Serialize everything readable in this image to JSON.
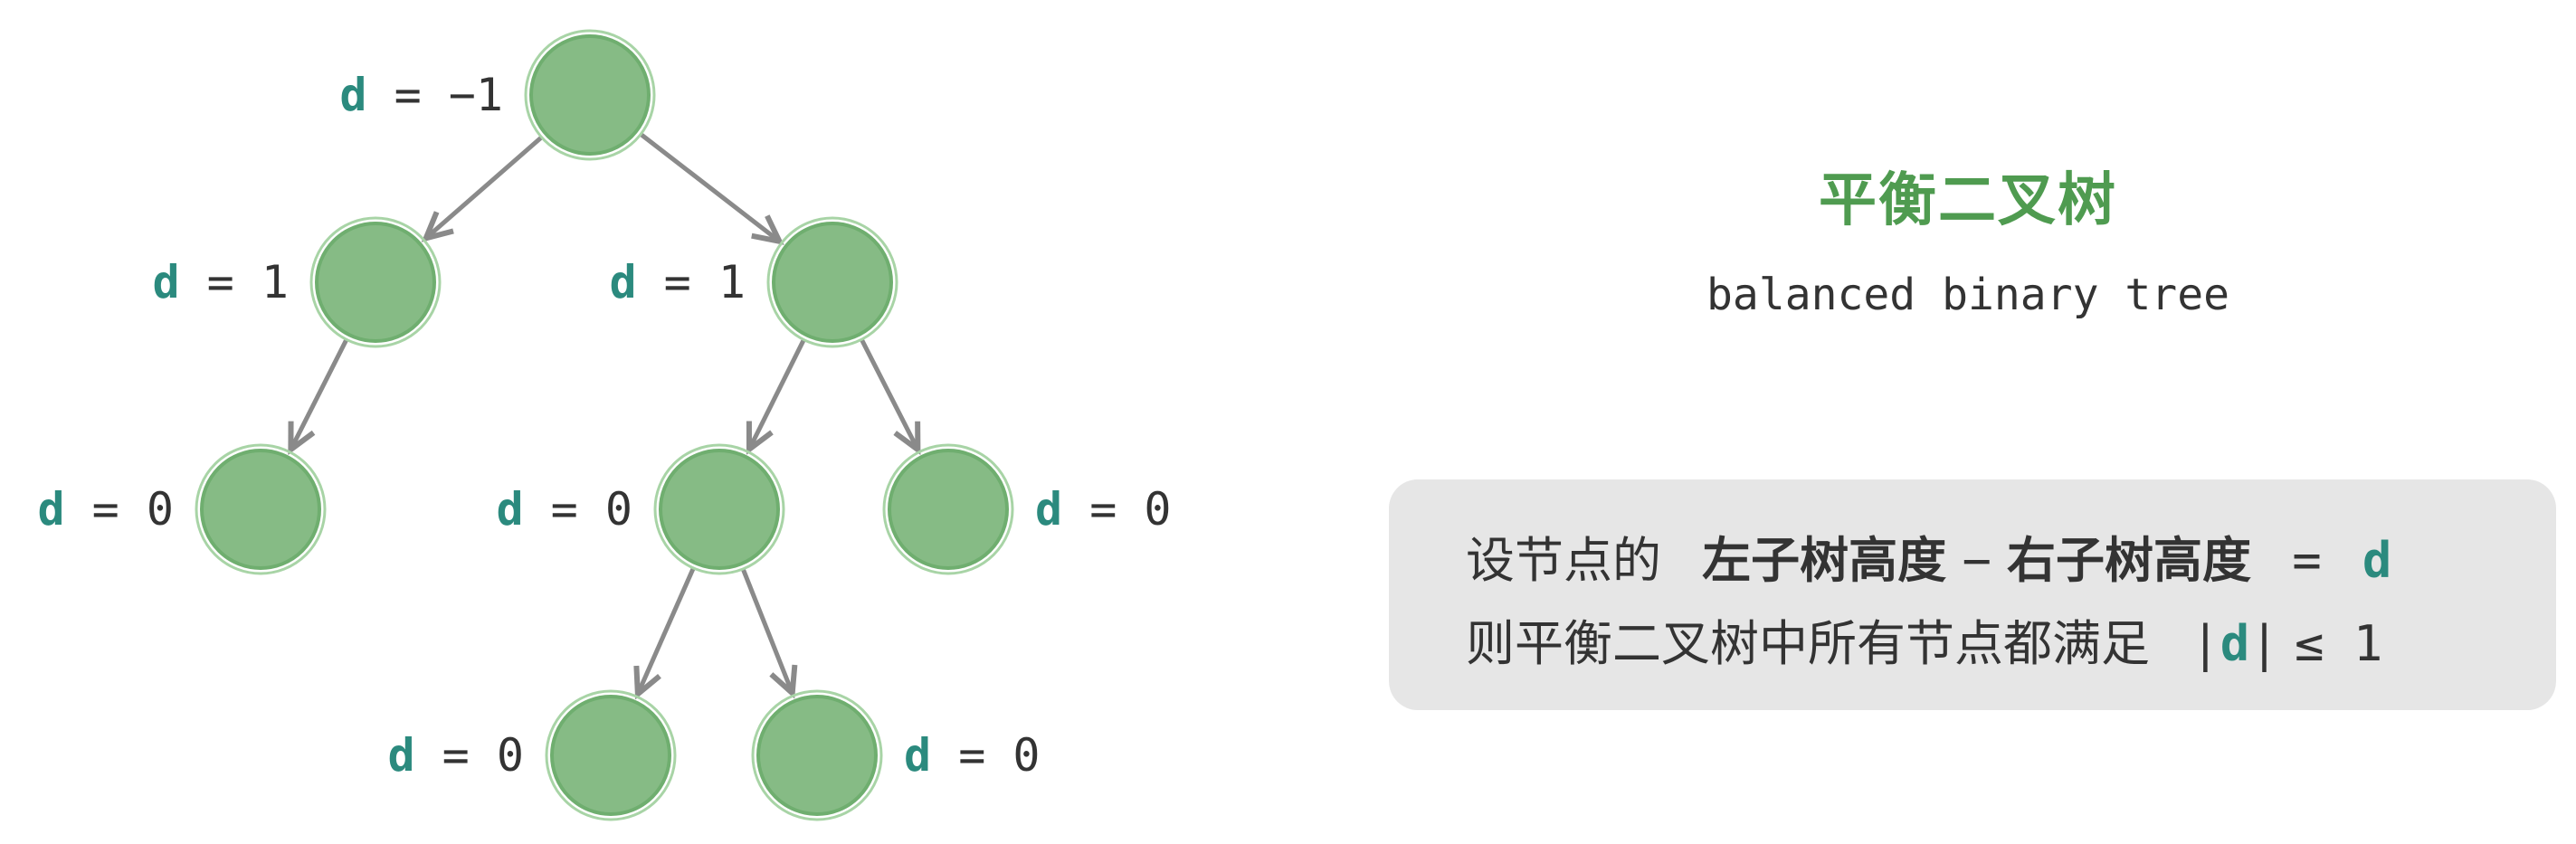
{
  "tree": {
    "nodes": [
      {
        "id": "root",
        "label_var": "d",
        "label_rest": "= −1"
      },
      {
        "id": "l",
        "label_var": "d",
        "label_rest": "= 1"
      },
      {
        "id": "r",
        "label_var": "d",
        "label_rest": "= 1"
      },
      {
        "id": "ll",
        "label_var": "d",
        "label_rest": "= 0"
      },
      {
        "id": "rl",
        "label_var": "d",
        "label_rest": "= 0"
      },
      {
        "id": "rr",
        "label_var": "d",
        "label_rest": "= 0"
      },
      {
        "id": "rll",
        "label_var": "d",
        "label_rest": "= 0"
      },
      {
        "id": "rlr",
        "label_var": "d",
        "label_rest": "= 0"
      }
    ],
    "edges": [
      [
        "root",
        "l"
      ],
      [
        "root",
        "r"
      ],
      [
        "l",
        "ll"
      ],
      [
        "r",
        "rl"
      ],
      [
        "r",
        "rr"
      ],
      [
        "rl",
        "rll"
      ],
      [
        "rl",
        "rlr"
      ]
    ]
  },
  "title": {
    "cn": "平衡二叉树",
    "en": "balanced binary tree"
  },
  "info": {
    "line1_prefix": "设节点的",
    "line1_left": "左子树高度",
    "line1_minus": "−",
    "line1_right": "右子树高度",
    "line1_eq": "=",
    "line1_var": "d",
    "line2_prefix": "则平衡二叉树中所有节点都满足",
    "line2_bar_open": "|",
    "line2_var": "d",
    "line2_bar_close": "|",
    "line2_rest": "≤ 1"
  },
  "colors": {
    "node_fill": "#86bb85",
    "node_stroke": "#6fae6f",
    "edge": "#8a8a8a",
    "accent_teal": "#2b8a7e",
    "title_green": "#4f9b50",
    "box_bg": "#e6e6e6"
  }
}
